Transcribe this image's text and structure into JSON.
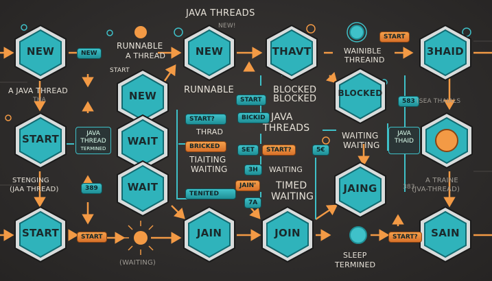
{
  "title": "JAVA THREADS",
  "colors": {
    "teal": "#3fc1c9",
    "teal_dark": "#1f8f96",
    "orange": "#f39a45",
    "bg": "#2e2c2b"
  },
  "hexes": {
    "r1": [
      "NEW",
      "NEW",
      "THAVT",
      "3HAID"
    ],
    "r2": [
      "NEW",
      "BLOCKED"
    ],
    "r3": [
      "START",
      "WAIT"
    ],
    "r4": [
      "WAIT",
      "JAING"
    ],
    "r5": [
      "START",
      "JAIN",
      "JOIN",
      "SAIN"
    ]
  },
  "pills": {
    "new": "NEW",
    "start_top": "START",
    "start_mid": "START?",
    "bricked": "BRICKED",
    "bricked_a": "BICKID",
    "set": "SET",
    "start_q": "START?",
    "jain": "JAIN'",
    "tenited": "TENITED",
    "start_bottom": "START",
    "start_q2": "START?",
    "badge_389": "389",
    "badge_3h": "3H",
    "badge_58": "5€",
    "badge_583": "583",
    "badge_7a": "7A"
  },
  "labels": {
    "new_tag": "NEW!",
    "runnable_thread_1": "RUNNABLE",
    "runnable_thread_2": "A THREAD",
    "start_small": "START",
    "a_java_thread": "A JAVA THREAD",
    "tha": "THA",
    "runnable": "RUNNABLE",
    "blocked_1": "BLOCKED",
    "blocked_2": "BLOCKED",
    "waitable_1": "WAINIBLE",
    "waitable_2": "THREAIND",
    "java_threads_1": "JAVA",
    "java_threads_2": "THREADS",
    "thrad": "THRAD",
    "tiaiting": "TIAITING",
    "waiting_1": "WAITING",
    "waiting_2": "WAITING",
    "waiting_3": "WAITING",
    "waiting_4": "WAITING",
    "timed": "TIMED",
    "waiting_timed": "WAITING",
    "stenging": "STENGING",
    "jaa_thread": "(JAA THREAD)",
    "waiting_paren": "(WAITING)",
    "sleep": "SLEEP",
    "termined": "TERMINED",
    "a_traine": "A TRAINE",
    "jva_thread": "(JVA-THREAD)",
    "sea_thaials": "(SEA THAIALS",
    "tile_left_1": "JAVA",
    "tile_left_2": "THREAD",
    "tile_left_3": "TERMINED",
    "tile_right_1": "JAVA",
    "tile_right_2": "THAID",
    "num_389": "389",
    "num_383": "383"
  }
}
